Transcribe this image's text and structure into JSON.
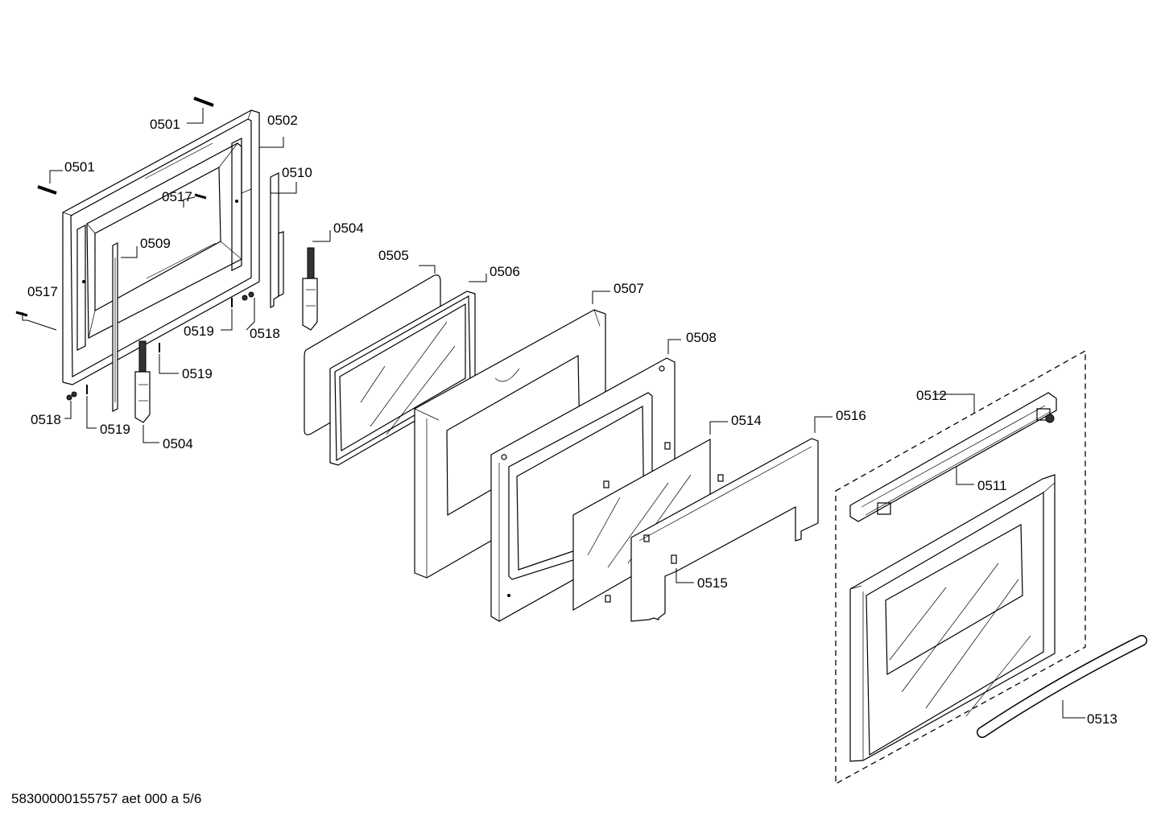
{
  "diagram": {
    "part_labels": [
      "0501",
      "0502",
      "0501",
      "0510",
      "0517",
      "0504",
      "0509",
      "0505",
      "0506",
      "0517",
      "0507",
      "0519",
      "0518",
      "0508",
      "0519",
      "0516",
      "0514",
      "0512",
      "0518",
      "0519",
      "0504",
      "0511",
      "0515",
      "0513"
    ],
    "footer": "58300000155757 aet 000 a 5/6"
  }
}
